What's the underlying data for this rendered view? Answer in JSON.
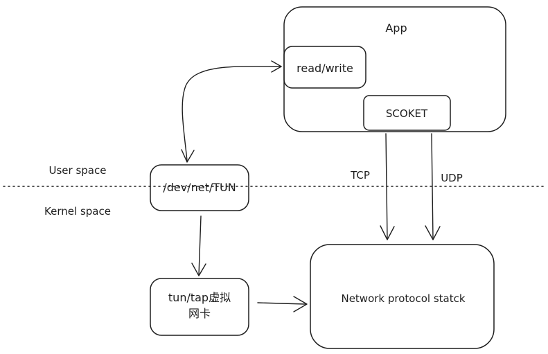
{
  "diagram": {
    "app_label": "App",
    "readwrite_label": "read/write",
    "socket_label": "SCOKET",
    "tcp_label": "TCP",
    "udp_label": "UDP",
    "user_space_label": "User space",
    "kernel_space_label": "Kernel space",
    "dev_tun_label": "/dev/net/TUN",
    "tuntap_line1": "tun/tap虚拟",
    "tuntap_line2": "网卡",
    "network_stack_label": "Network protocol statck"
  }
}
